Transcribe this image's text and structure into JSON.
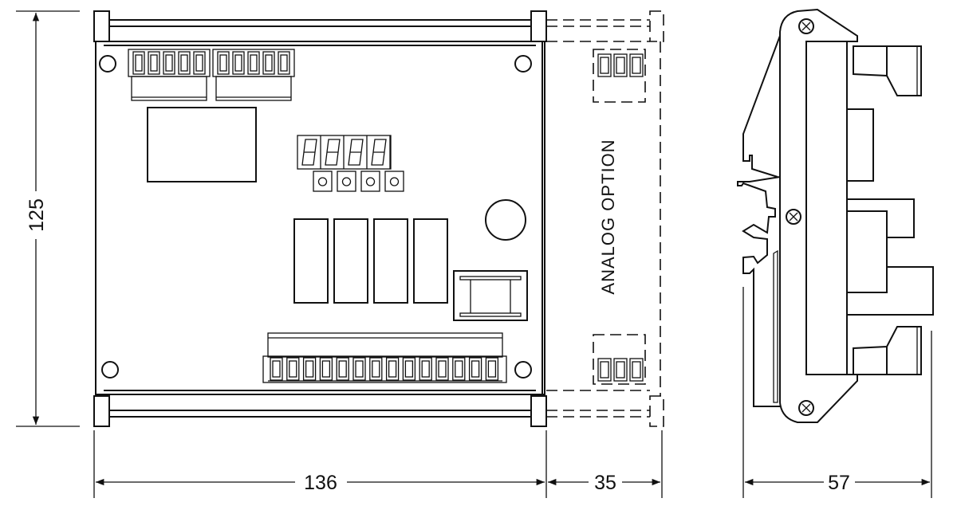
{
  "dimensions": {
    "height": "125",
    "width_main": "136",
    "width_option": "35",
    "depth": "57"
  },
  "option_label": "ANALOG OPTION",
  "colors": {
    "line": "#111111",
    "background": "#ffffff"
  }
}
